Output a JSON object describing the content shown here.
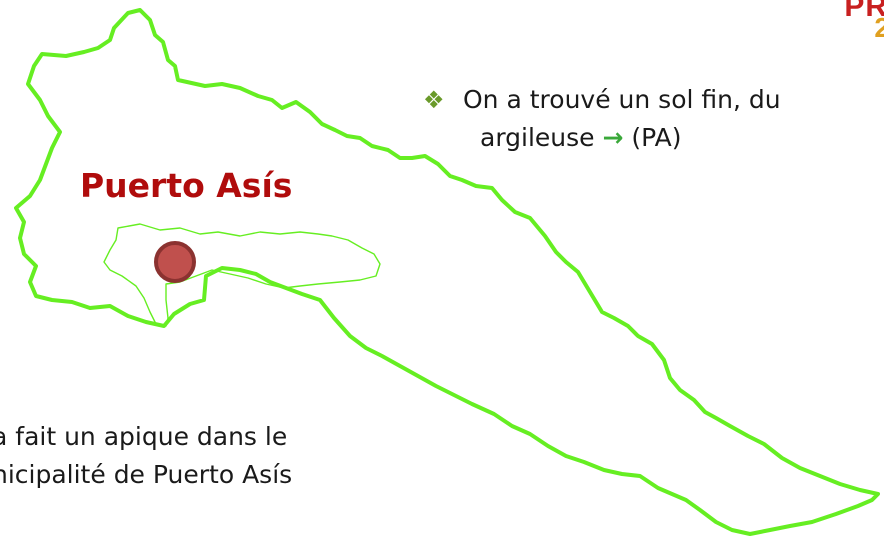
{
  "map": {
    "place_label": "Puerto Asís",
    "boundary_color": "#66ee22",
    "inner_boundary_color": "#66ee22",
    "marker_color": "#c0504d",
    "marker_stroke": "#8b3230",
    "label_color": "#b00c0c"
  },
  "bullet": {
    "icon": "diamond-cluster-icon",
    "line1": "On a trouvé un sol fin, du",
    "line2_text": "argileuse",
    "arrow_icon": "right-arrow-icon",
    "arrow_glyph": "→",
    "line2_tail": " (PA)"
  },
  "footnote": {
    "line1": "a fait un apique dans le",
    "line2": "nicipalité de Puerto Asís"
  },
  "logo": {
    "line1": "PR",
    "line2": "2"
  }
}
